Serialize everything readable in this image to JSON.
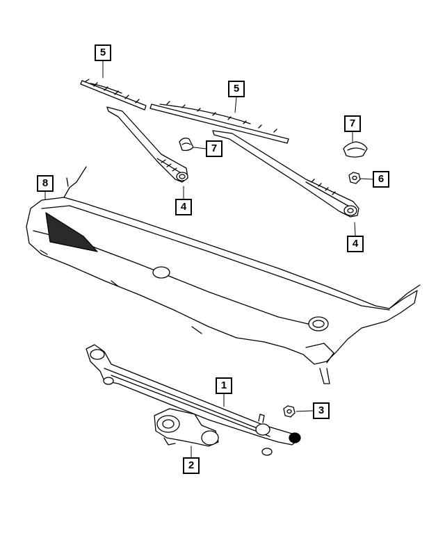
{
  "callouts": [
    {
      "id": "c5a",
      "label": "5",
      "part": "wiper-blade"
    },
    {
      "id": "c5b",
      "label": "5",
      "part": "wiper-blade"
    },
    {
      "id": "c7a",
      "label": "7",
      "part": "arm-nut-cap"
    },
    {
      "id": "c7b",
      "label": "7",
      "part": "arm-nut-cap"
    },
    {
      "id": "c6",
      "label": "6",
      "part": "arm-nut"
    },
    {
      "id": "c4a",
      "label": "4",
      "part": "wiper-arm"
    },
    {
      "id": "c4b",
      "label": "4",
      "part": "wiper-arm"
    },
    {
      "id": "c8",
      "label": "8",
      "part": "cowl-panel"
    },
    {
      "id": "c1",
      "label": "1",
      "part": "wiper-linkage"
    },
    {
      "id": "c3",
      "label": "3",
      "part": "pivot-nut"
    },
    {
      "id": "c2",
      "label": "2",
      "part": "wiper-motor"
    }
  ],
  "colors": {
    "line": "#000000",
    "background": "#ffffff",
    "dark_fill": "#2a2a2a"
  }
}
